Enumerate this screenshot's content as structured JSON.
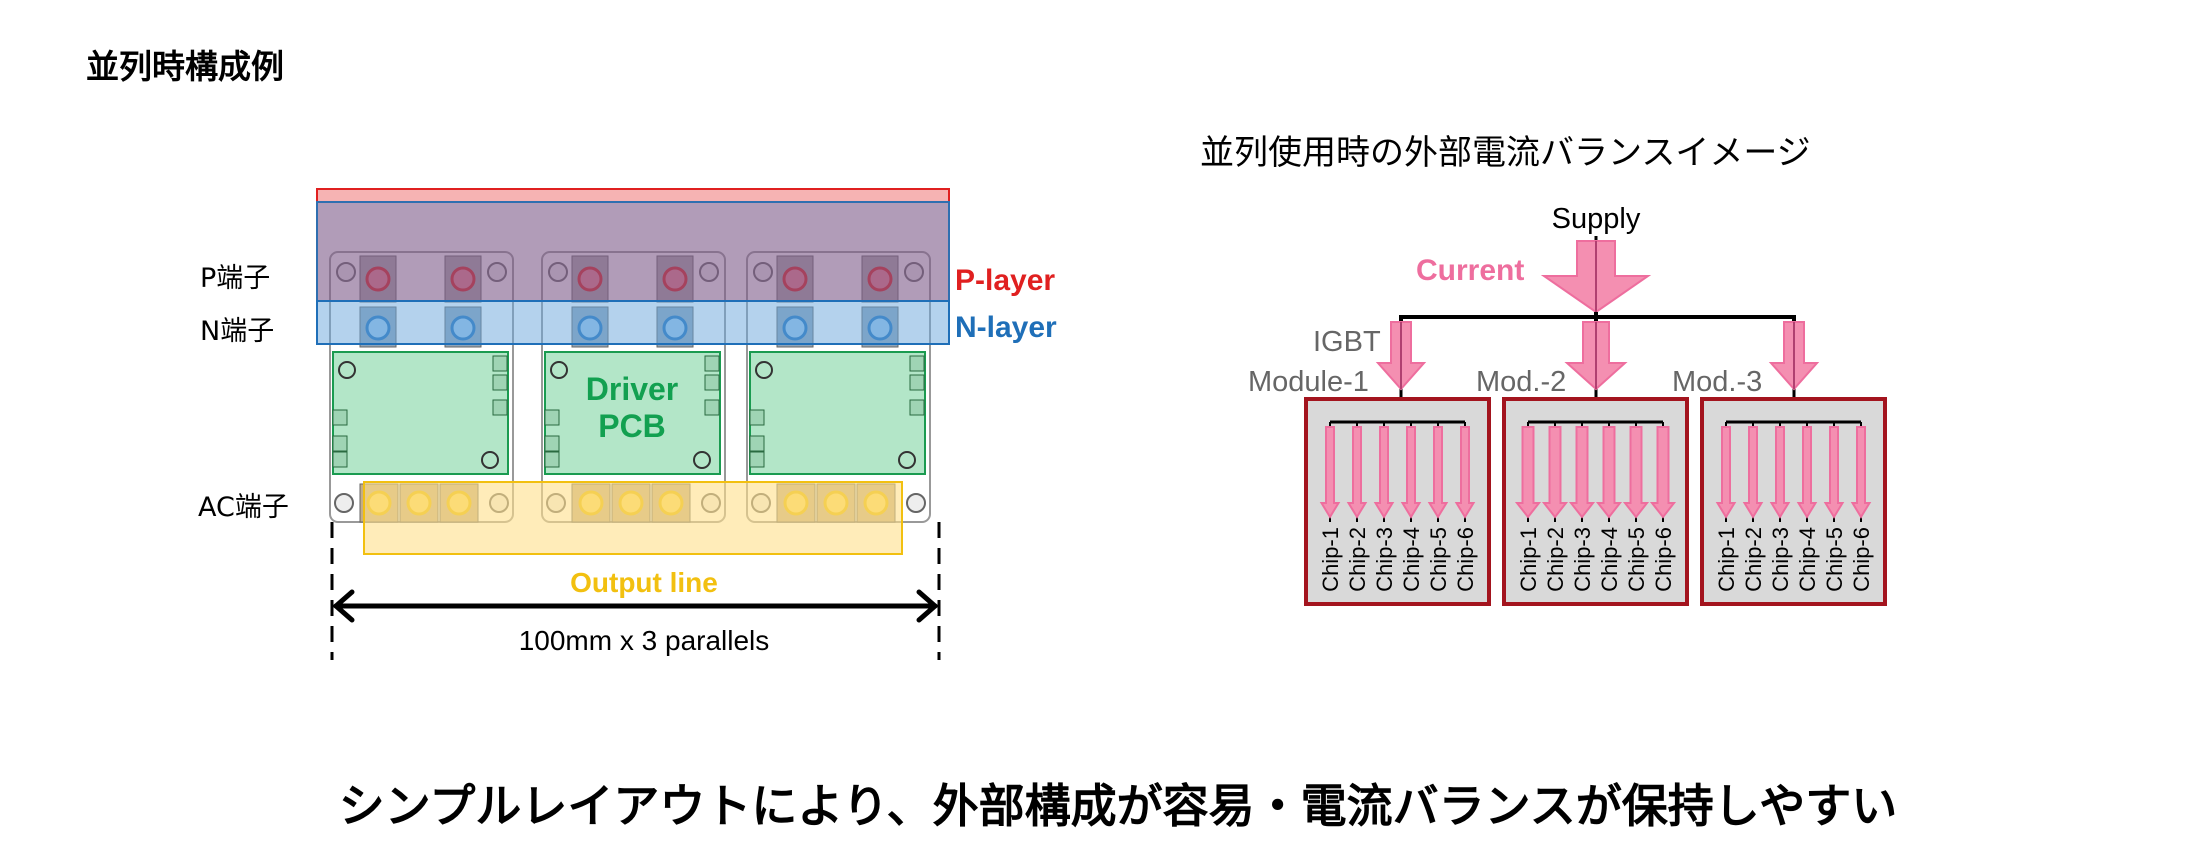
{
  "left": {
    "title": "並列時構成例",
    "terminal_labels": {
      "p": "P端子",
      "n": "N端子",
      "ac": "AC端子"
    },
    "layer_labels": {
      "p": "P-layer",
      "n": "N-layer"
    },
    "driver_pcb": [
      "Driver",
      "PCB"
    ],
    "output_line": "Output line",
    "dimension": "100mm x 3 parallels",
    "module_count": 3
  },
  "right": {
    "title": "並列使用時の外部電流バランスイメージ",
    "supply": "Supply",
    "current": "Current",
    "module_labels": [
      {
        "line1": "IGBT",
        "line2": "Module-1"
      },
      {
        "line1": "",
        "line2": "Mod.-2"
      },
      {
        "line1": "",
        "line2": "Mod.-3"
      }
    ],
    "chips": [
      "Chip-1",
      "Chip-2",
      "Chip-3",
      "Chip-4",
      "Chip-5",
      "Chip-6"
    ]
  },
  "footer": "シンプルレイアウトにより、外部構成が容易・電流バランスが保持しやすい",
  "colors": {
    "p_layer": "#e02020",
    "n_layer": "#1f6fb8",
    "driver_pcb": "#12a050",
    "output_line": "#f2c010",
    "current": "#ee6e9e",
    "module_box": "#a3141e"
  }
}
